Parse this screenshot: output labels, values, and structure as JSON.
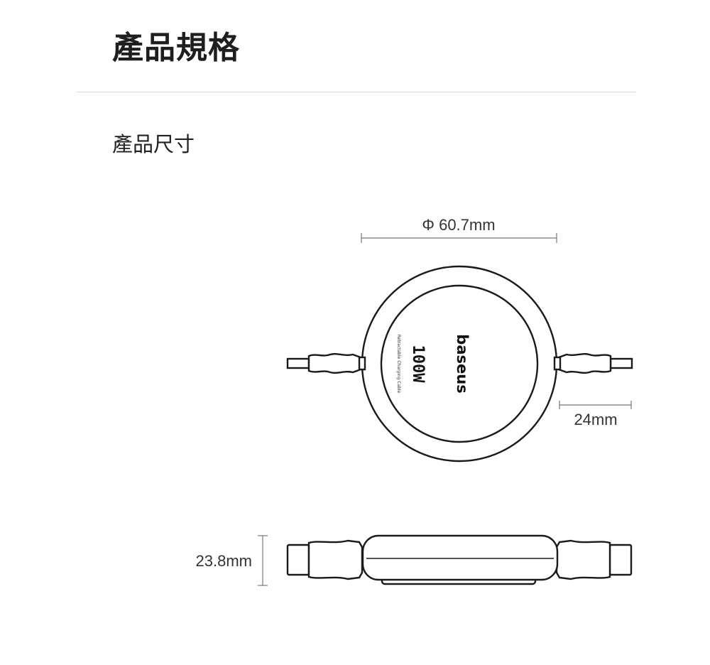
{
  "header": {
    "title": "產品規格"
  },
  "section": {
    "subtitle": "產品尺寸"
  },
  "dimensions": {
    "diameter": "Φ 60.7mm",
    "cable_width": "24mm",
    "height": "23.8mm"
  },
  "product": {
    "brand": "baseus",
    "power": "100W",
    "description": "Retractable Charging Cable"
  },
  "colors": {
    "line": "#1a1a1a",
    "dimension_line": "#777777"
  }
}
